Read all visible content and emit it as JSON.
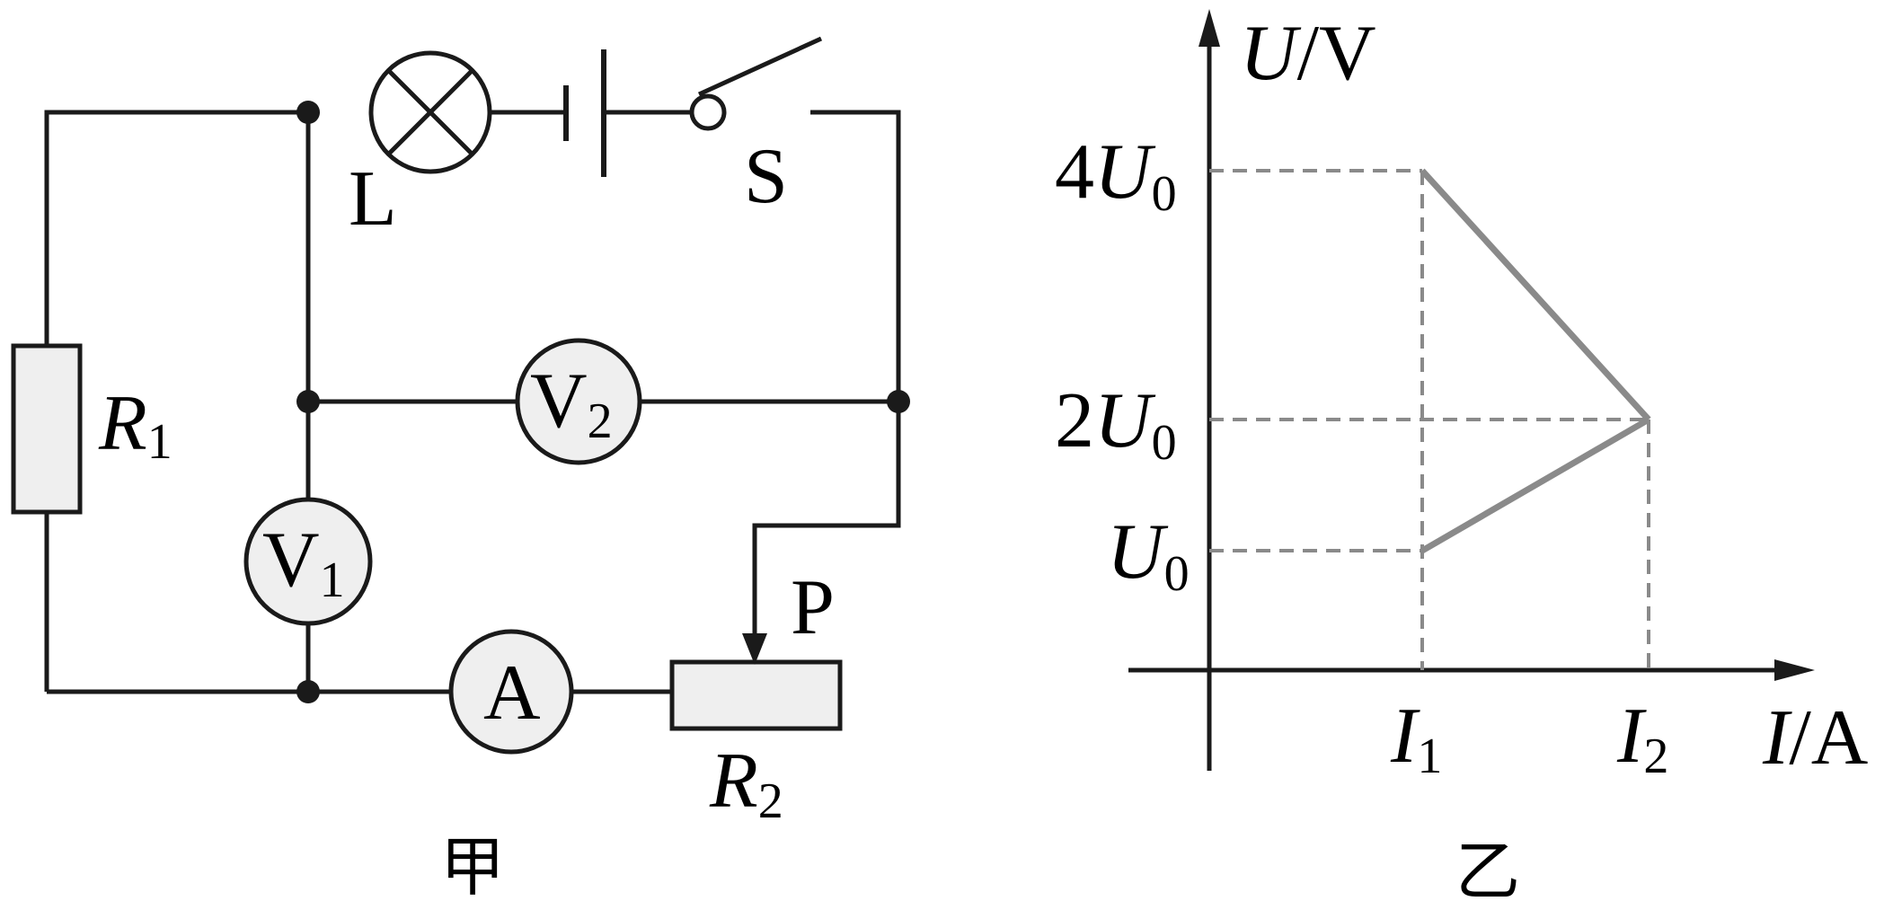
{
  "circuit": {
    "lamp_label": "L",
    "switch_label": "S",
    "r1_name": "R",
    "r1_sub": "1",
    "r2_name": "R",
    "r2_sub": "2",
    "v1_name": "V",
    "v1_sub": "1",
    "v2_name": "V",
    "v2_sub": "2",
    "ammeter_label": "A",
    "slider_label": "P",
    "caption": "甲"
  },
  "graph": {
    "y_axis_var": "U",
    "y_axis_unit": "/V",
    "x_axis_var": "I",
    "x_axis_unit": "/A",
    "y_ticks": [
      {
        "coef": "4",
        "var": "U",
        "sub": "0"
      },
      {
        "coef": "2",
        "var": "U",
        "sub": "0"
      },
      {
        "coef": "",
        "var": "U",
        "sub": "0"
      }
    ],
    "x_ticks": [
      {
        "var": "I",
        "sub": "1"
      },
      {
        "var": "I",
        "sub": "2"
      }
    ],
    "caption": "乙"
  },
  "chart_data": {
    "type": "line",
    "xlabel": "I/A",
    "ylabel": "U/V",
    "x_ticks": [
      "I1",
      "I2"
    ],
    "y_ticks": [
      "U0",
      "2U0",
      "4U0"
    ],
    "series": [
      {
        "points": [
          [
            "I1",
            "4U0"
          ],
          [
            "I2",
            "2U0"
          ]
        ]
      },
      {
        "points": [
          [
            "I1",
            "U0"
          ],
          [
            "I2",
            "2U0"
          ]
        ]
      }
    ]
  },
  "colors": {
    "line": "#1a1a1a",
    "graph_series": "#8a8a8a",
    "meter_fill": "#efefef"
  }
}
